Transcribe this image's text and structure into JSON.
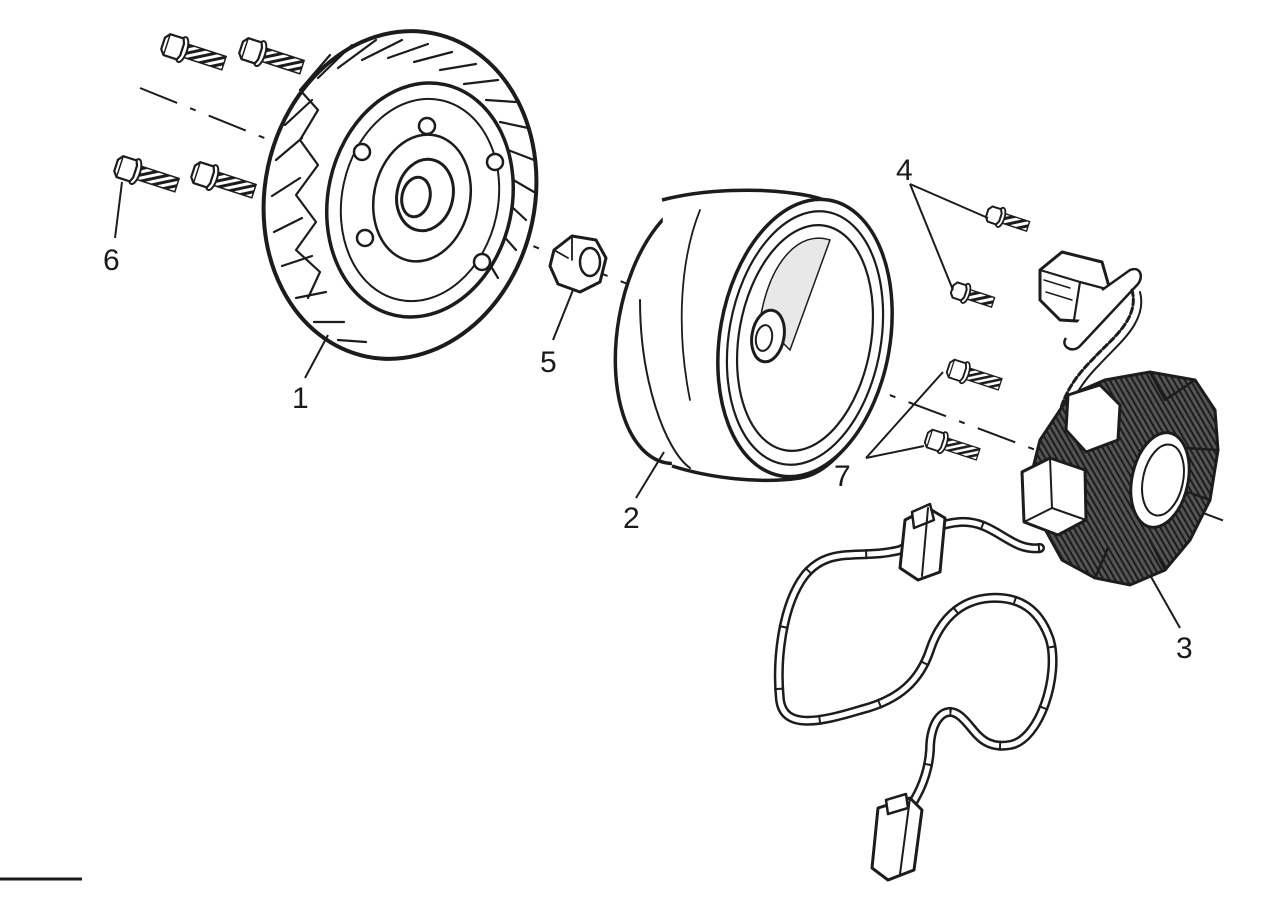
{
  "callouts": [
    {
      "id": "1",
      "label": "1"
    },
    {
      "id": "2",
      "label": "2"
    },
    {
      "id": "3",
      "label": "3"
    },
    {
      "id": "4",
      "label": "4"
    },
    {
      "id": "5",
      "label": "5"
    },
    {
      "id": "6",
      "label": "6"
    },
    {
      "id": "7",
      "label": "7"
    }
  ],
  "colors": {
    "ink": "#1c1c1c",
    "background": "#ffffff"
  }
}
